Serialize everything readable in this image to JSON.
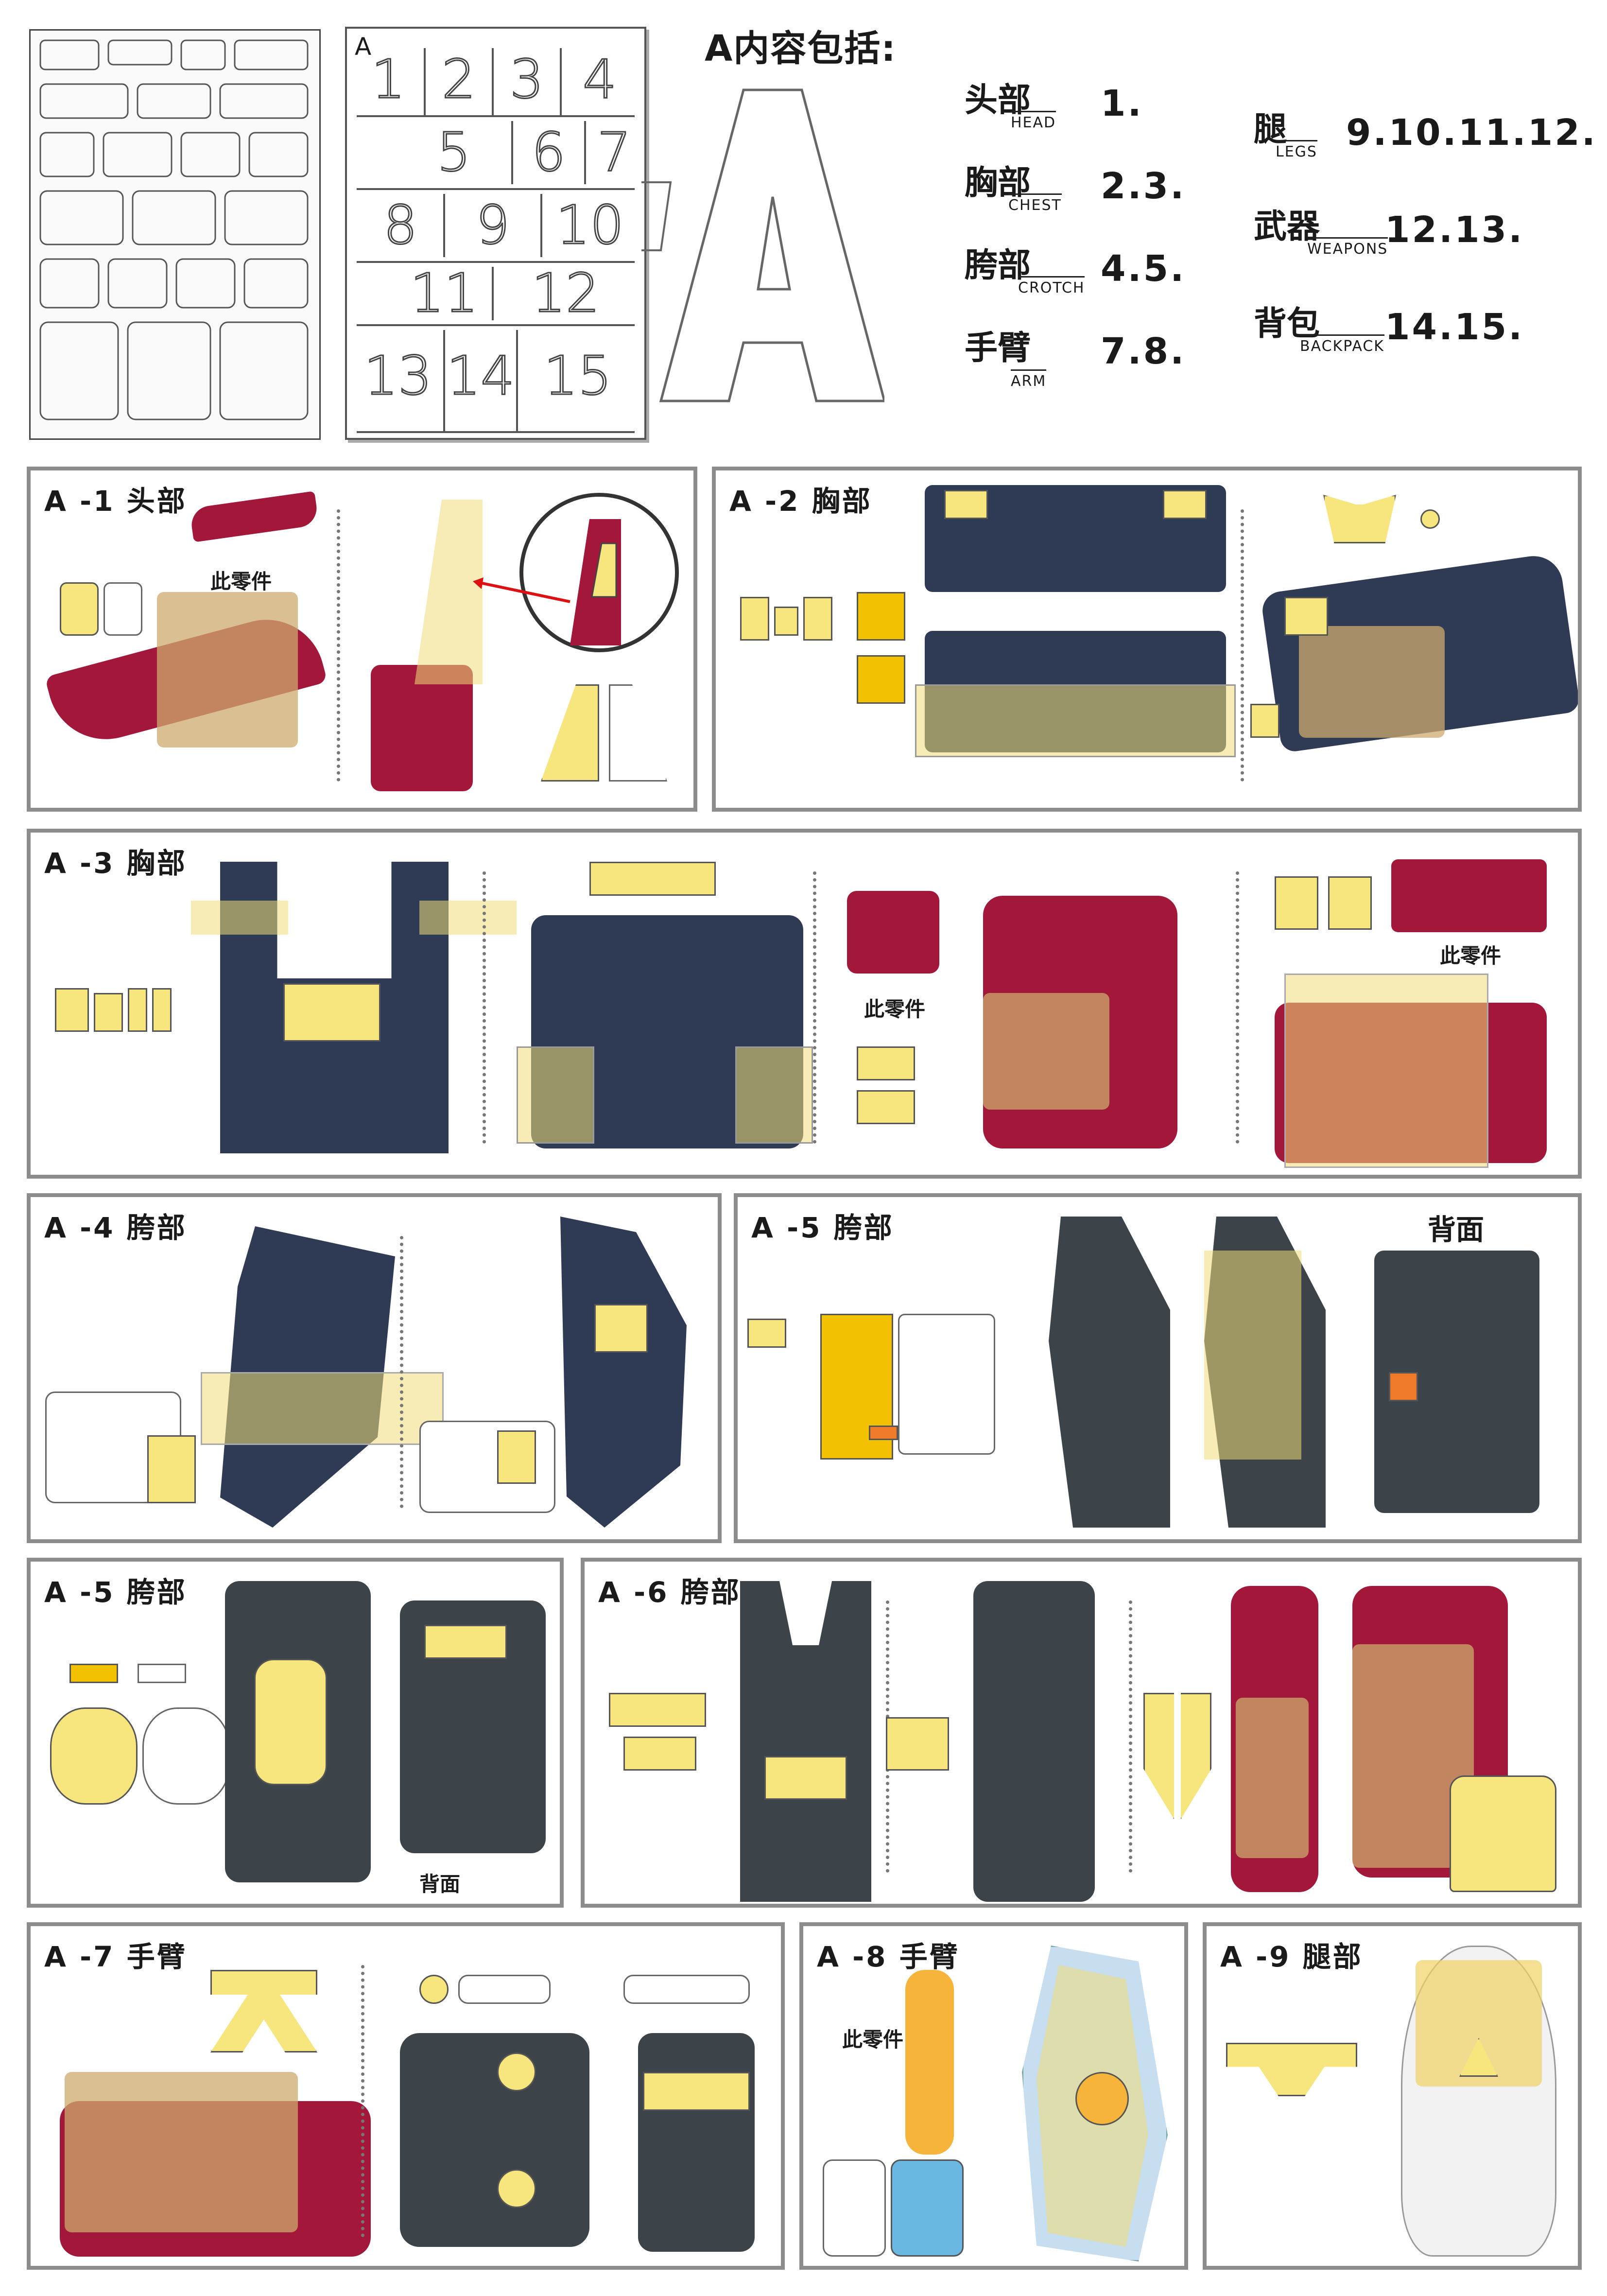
{
  "header": {
    "sheet_letter": "A",
    "cell_labels": [
      "1",
      "2",
      "3",
      "4",
      "5",
      "6",
      "7",
      "8",
      "9",
      "10",
      "11",
      "12",
      "13",
      "14",
      "15"
    ],
    "big_letter": "A",
    "contents_title": "A内容包括:",
    "legend": [
      {
        "cn": "头部",
        "en": "HEAD",
        "num": "1."
      },
      {
        "cn": "胸部",
        "en": "CHEST",
        "num": "2.3."
      },
      {
        "cn": "胯部",
        "en": "CROTCH",
        "num": "4.5."
      },
      {
        "cn": "手臂",
        "en": "ARM",
        "num": "7.8."
      },
      {
        "cn": "腿",
        "en": "LEGS",
        "num": "9.10.11.12."
      },
      {
        "cn": "武器",
        "en": "WEAPONS",
        "num": "12.13."
      },
      {
        "cn": "背包",
        "en": "BACKPACK",
        "num": "14.15."
      }
    ]
  },
  "panels": [
    {
      "id": "A-1",
      "title": "A -1 头部",
      "notes": [
        "此零件"
      ]
    },
    {
      "id": "A-2",
      "title": "A -2 胸部",
      "notes": []
    },
    {
      "id": "A-3",
      "title": "A -3 胸部",
      "notes": [
        "此零件",
        "此零件"
      ]
    },
    {
      "id": "A-4",
      "title": "A -4 胯部",
      "notes": []
    },
    {
      "id": "A-5a",
      "title": "A -5 胯部",
      "notes": [
        "背面"
      ]
    },
    {
      "id": "A-5b",
      "title": "A -5 胯部",
      "notes": [
        "背面"
      ]
    },
    {
      "id": "A-6",
      "title": "A -6 胯部",
      "notes": []
    },
    {
      "id": "A-7",
      "title": "A -7 手臂",
      "notes": []
    },
    {
      "id": "A-8",
      "title": "A -8 手臂",
      "notes": [
        "此零件"
      ]
    },
    {
      "id": "A-9",
      "title": "A -9 腿部",
      "notes": []
    }
  ],
  "colors": {
    "decal": "#f7e57e",
    "navy": "#2f3b55",
    "crimson": "#a3173a",
    "panel_border": "#8c8c8c"
  }
}
